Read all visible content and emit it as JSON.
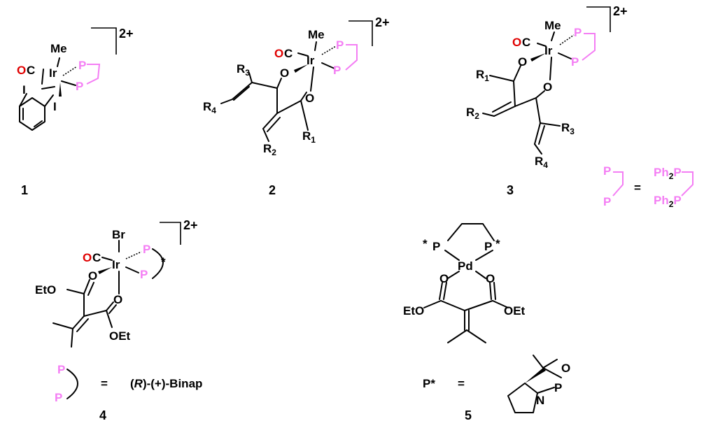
{
  "compounds": {
    "c1": {
      "number": "1",
      "charge": "2+",
      "metal": "Ir",
      "methyl": "Me",
      "carbonyl_O": "O",
      "carbonyl_C": "C",
      "iodo_a": "I",
      "iodo_b": "I",
      "p_a": "P",
      "p_b": "P"
    },
    "c2": {
      "number": "2",
      "charge": "2+",
      "metal": "Ir",
      "methyl": "Me",
      "carbonyl_O": "O",
      "carbonyl_C": "C",
      "p_a": "P",
      "p_b": "P",
      "o_a": "O",
      "o_b": "O",
      "r1": "R",
      "r1_sub": "1",
      "r2": "R",
      "r2_sub": "2",
      "r3": "R",
      "r3_sub": "3",
      "r4": "R",
      "r4_sub": "4"
    },
    "c3": {
      "number": "3",
      "charge": "2+",
      "metal": "Ir",
      "methyl": "Me",
      "carbonyl_O": "O",
      "carbonyl_C": "C",
      "p_a": "P",
      "p_b": "P",
      "o_a": "O",
      "o_b": "O",
      "r1": "R",
      "r1_sub": "1",
      "r2": "R",
      "r2_sub": "2",
      "r3": "R",
      "r3_sub": "3",
      "r4": "R",
      "r4_sub": "4"
    },
    "c4": {
      "number": "4",
      "charge": "2+",
      "metal": "Ir",
      "bromo": "Br",
      "carbonyl_O": "O",
      "carbonyl_C": "C",
      "p_a": "P",
      "p_b": "P",
      "star": "*",
      "o_a": "O",
      "o_b": "O",
      "ester_a": "EtO",
      "ester_b": "OEt"
    },
    "c5": {
      "number": "5",
      "metal": "Pd",
      "p_a": "P",
      "p_b": "P",
      "star_a": "*",
      "star_b": "*",
      "o_a": "O",
      "o_b": "O",
      "ester_a": "EtO",
      "ester_b": "OEt"
    }
  },
  "legends": {
    "dppe": {
      "p_top": "P",
      "p_bottom": "P",
      "equals": "=",
      "ph_top": "Ph",
      "ph_top_sub": "2",
      "ph_top_p": "P",
      "ph_bottom": "Ph",
      "ph_bottom_sub": "2",
      "ph_bottom_p": "P"
    },
    "binap": {
      "p_top": "P",
      "p_bottom": "P",
      "equals": "=",
      "paren_open": "(",
      "italic": "R",
      "rest": ")-(+)-Binap"
    },
    "pstar": {
      "p_label": "P",
      "star": "*",
      "equals": "=",
      "ring_o": "O",
      "ring_p": "P",
      "ring_n": "N"
    }
  },
  "colors": {
    "phosphine": "#f47ef4",
    "oxygen": "#e00000",
    "bond": "#000000"
  }
}
